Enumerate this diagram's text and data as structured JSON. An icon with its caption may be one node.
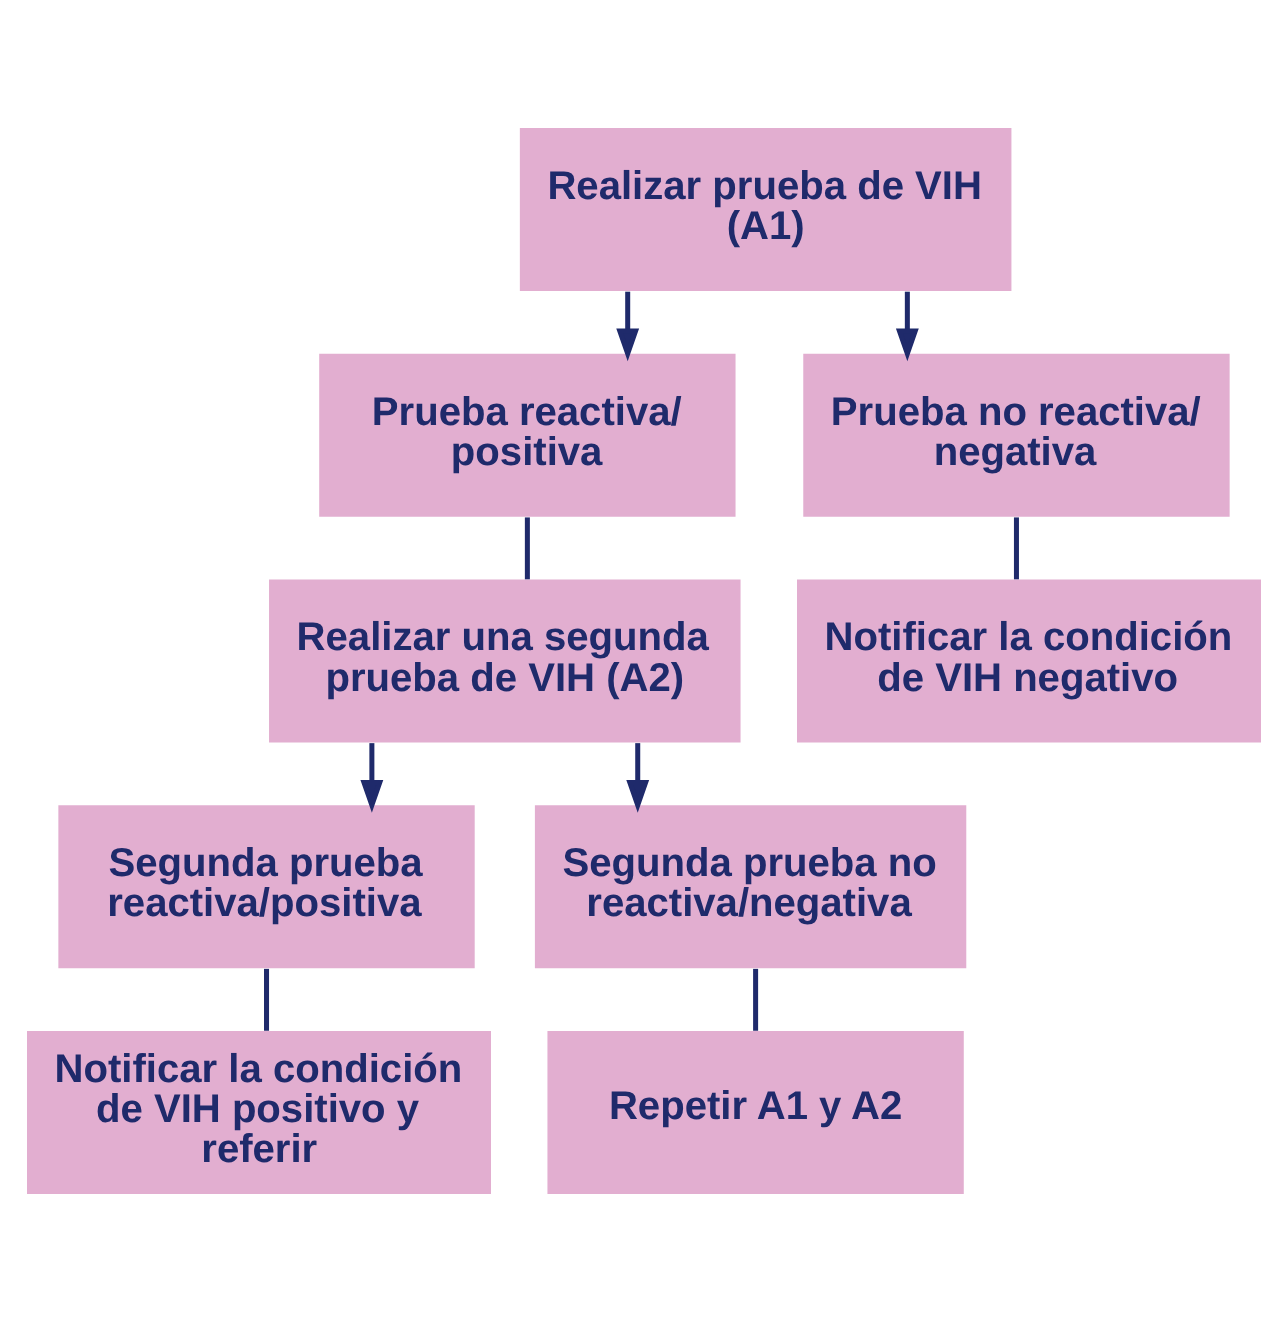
{
  "diagram": {
    "nodes": [
      {
        "text": [
          "Realizar prueba de VIH (A1)"
        ]
      },
      {
        "text": [
          "Prueba reactiva/ positiva"
        ]
      },
      {
        "text": [
          "Prueba no reactiva/ negativa"
        ]
      },
      {
        "text": [
          "Realizar una segunda prueba de VIH (A2)"
        ]
      },
      {
        "text": [
          "Notificar la condición de VIH negativo"
        ]
      },
      {
        "text": [
          "Segunda prueba reactiva/positiva"
        ]
      },
      {
        "text": [
          "Segunda prueba no reactiva/negativa"
        ]
      },
      {
        "text": [
          "Notificar la condición de VIH positivo y referir"
        ]
      },
      {
        "text": [
          "Repetir A1 y A2"
        ]
      }
    ],
    "edges": [
      {
        "from": 0,
        "to": 1,
        "arrow": "to"
      },
      {
        "from": 0,
        "to": 2,
        "arrow": "to"
      },
      {
        "from": 1,
        "to": 3,
        "arrow": "none"
      },
      {
        "from": 2,
        "to": 4,
        "arrow": "none"
      },
      {
        "from": 3,
        "to": 5,
        "arrow": "to"
      },
      {
        "from": 3,
        "to": 6,
        "arrow": "to"
      },
      {
        "from": 5,
        "to": 7,
        "arrow": "none"
      },
      {
        "from": 6,
        "to": 8,
        "arrow": "none"
      }
    ]
  }
}
